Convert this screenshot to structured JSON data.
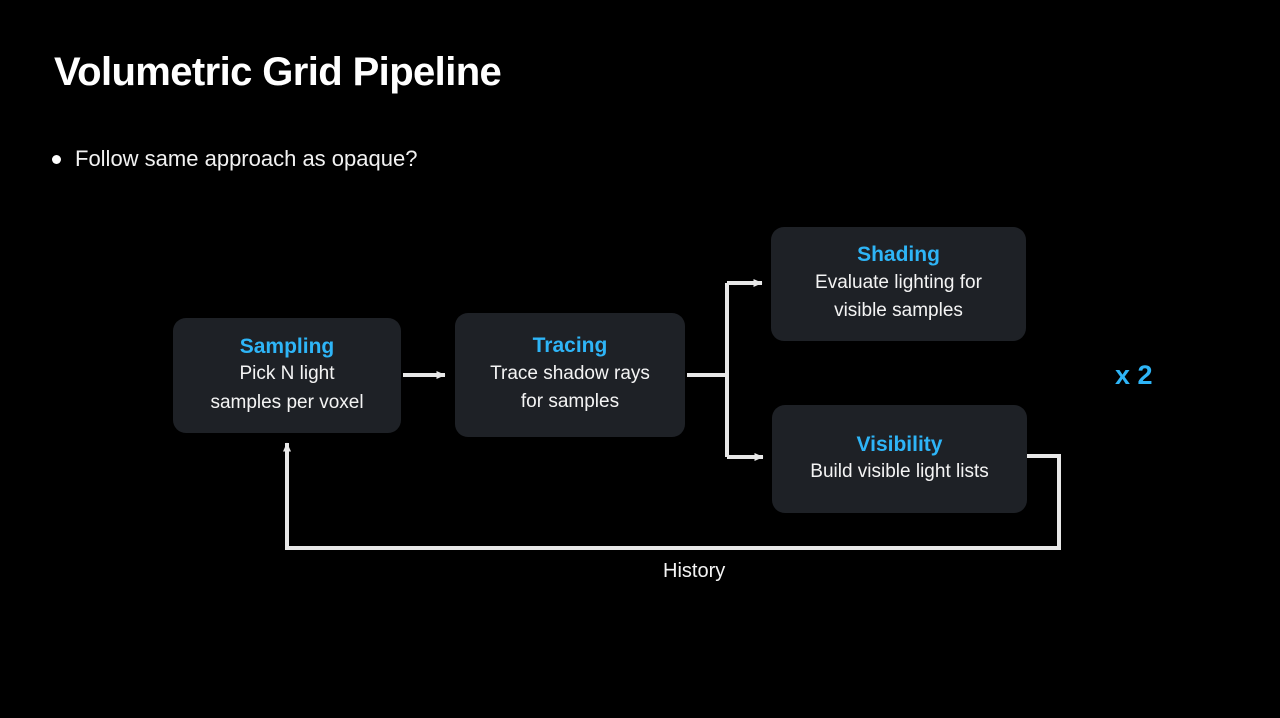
{
  "slide": {
    "title": "Volumetric Grid Pipeline",
    "bullets": [
      {
        "text": "Follow same approach as opaque?"
      }
    ],
    "background_color": "#000000",
    "accent_color": "#2eb5f7",
    "node_fill_color": "#1e2126",
    "connector_color": "#e8e8e8"
  },
  "diagram": {
    "nodes": [
      {
        "id": "sampling",
        "title": "Sampling",
        "desc_lines": [
          "Pick N light",
          "samples per voxel"
        ]
      },
      {
        "id": "tracing",
        "title": "Tracing",
        "desc_lines": [
          "Trace shadow rays",
          "for samples"
        ]
      },
      {
        "id": "shading",
        "title": "Shading",
        "desc_lines": [
          "Evaluate lighting for",
          "visible samples"
        ]
      },
      {
        "id": "visibility",
        "title": "Visibility",
        "desc_lines": [
          "Build visible light lists"
        ]
      }
    ],
    "loop_label": "History",
    "repeat_label": "x 2"
  }
}
